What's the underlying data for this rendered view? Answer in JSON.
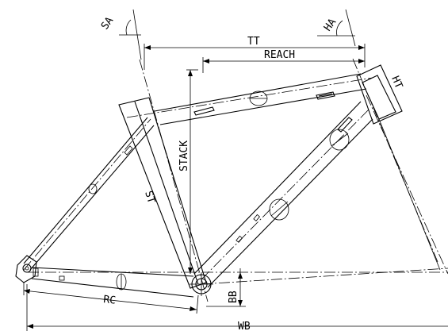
{
  "labels": {
    "sa": "SA",
    "ha": "HA",
    "tt": "TT",
    "reach": "REACH",
    "ht": "HT",
    "stack": "STACK",
    "st": "ST",
    "rc": "RC",
    "bb": "BB",
    "wb": "WB"
  },
  "colors": {
    "line": "#000000",
    "background": "#ffffff"
  }
}
